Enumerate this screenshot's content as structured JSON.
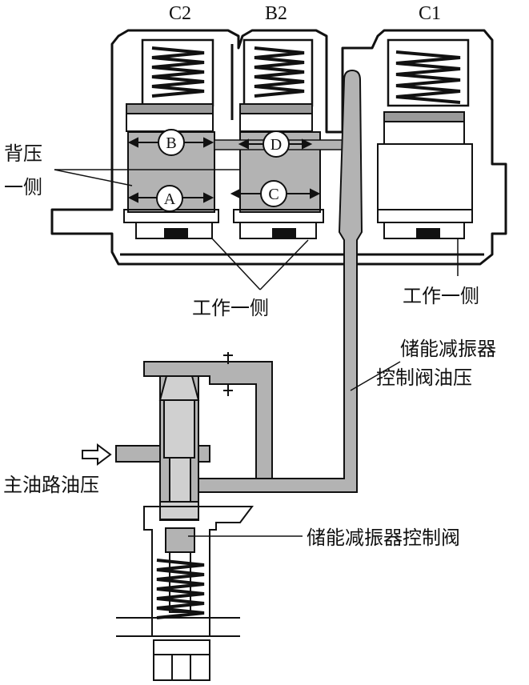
{
  "headers": {
    "c2": "C2",
    "b2": "B2",
    "c1": "C1"
  },
  "labels": {
    "back_pressure_line1": "背压",
    "back_pressure_line2": "一侧",
    "working_side_left": "工作一侧",
    "working_side_right": "工作一侧",
    "accumulator_control_pressure_line1": "储能减振器",
    "accumulator_control_pressure_line2": "控制阀油压",
    "main_line_pressure": "主油路油压",
    "accumulator_control_valve": "储能减振器控制阀"
  },
  "chambers": {
    "b": "B",
    "d": "D",
    "a": "A",
    "c": "C"
  },
  "colors": {
    "fill_gray": "#b3b3b3",
    "line": "#111111",
    "background": "#ffffff"
  },
  "icons": {
    "main_pressure_arrow": "hollow-right-arrow"
  }
}
